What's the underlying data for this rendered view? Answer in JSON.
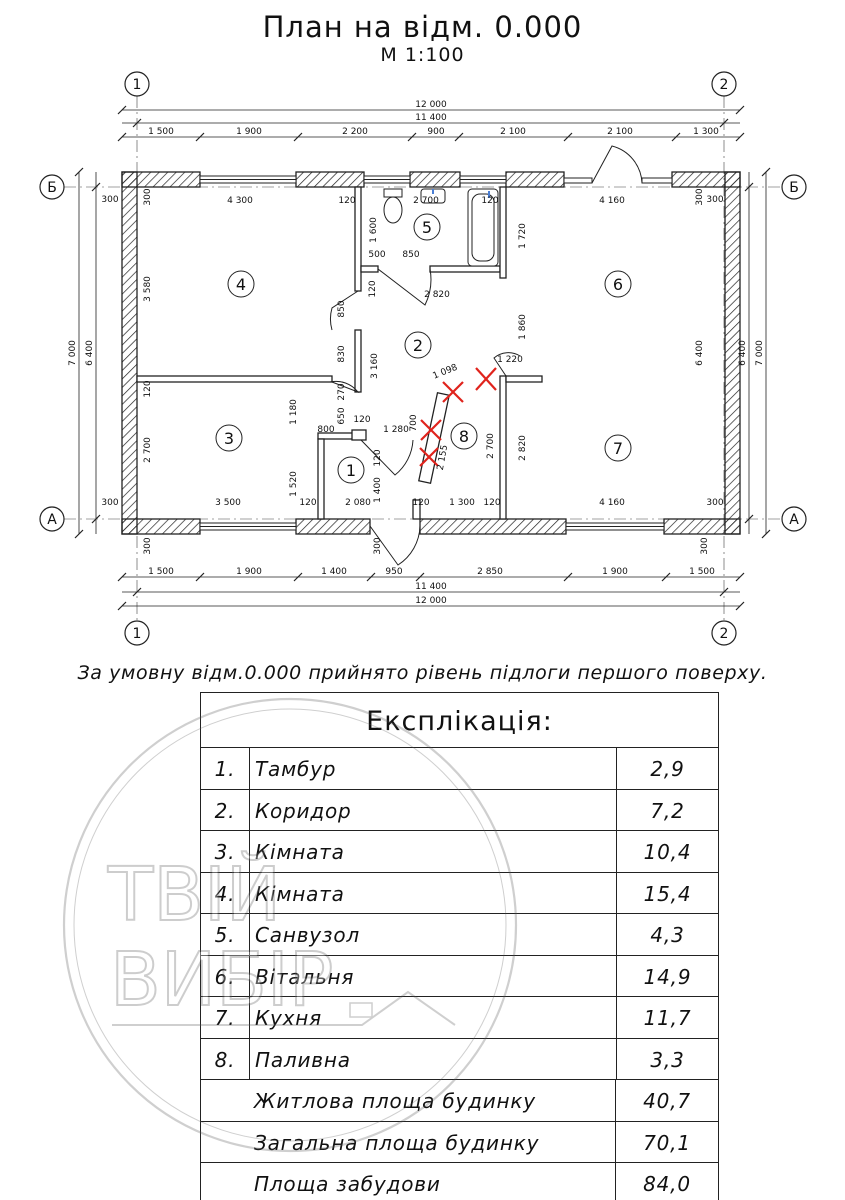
{
  "header": {
    "title": "План на відм. 0.000",
    "scale": "М 1:100"
  },
  "axes": {
    "left": "1",
    "right": "2",
    "top": "Б",
    "bottom": "А"
  },
  "rooms": [
    "1",
    "2",
    "3",
    "4",
    "5",
    "6",
    "7",
    "8"
  ],
  "dimensions": {
    "top_overall": "12 000",
    "top_inner": "11 400",
    "top_chain": [
      "1 500",
      "1 900",
      "2 200",
      "900",
      "2 100",
      "2 100",
      "1 300"
    ],
    "bottom_chain": [
      "1 500",
      "1 900",
      "1 400",
      "950",
      "2 850",
      "1 900",
      "1 500"
    ],
    "bottom_inner": "11 400",
    "bottom_overall": "12 000",
    "left_overall": "7 000",
    "left_inner": "6 400",
    "right_overall": "7 000",
    "right_inner": "6 400",
    "interior": {
      "d300": "300",
      "d4300": "4 300",
      "d120": "120",
      "d2700": "2 700",
      "d4160": "4 160",
      "d3580": "3 580",
      "d2700v": "2 700",
      "d3500": "3 500",
      "d2080": "2 080",
      "d1300": "1 300",
      "d1600": "1 600",
      "d1720": "1 720",
      "d500": "500",
      "d850": "850",
      "d2820": "2 820",
      "d1860": "1 860",
      "d3160": "3 160",
      "d6400": "6 400",
      "d1220": "1 220",
      "d1098": "1 098",
      "d830": "830",
      "d270": "270",
      "d1180": "1 180",
      "d1520": "1 520",
      "d800": "800",
      "d1280": "1 280",
      "d700": "700",
      "d1400": "1 400",
      "d2155": "2 155",
      "d850v": "850",
      "d2820v": "2 820",
      "d650": "650"
    }
  },
  "note": "За умовну відм.0.000 прийнято рівень підлоги першого поверху.",
  "explication": {
    "title": "Експлікація:",
    "rows": [
      {
        "num": "1.",
        "name": "Тамбур",
        "area": "2,9"
      },
      {
        "num": "2.",
        "name": "Коридор",
        "area": "7,2"
      },
      {
        "num": "3.",
        "name": "Кімната",
        "area": "10,4"
      },
      {
        "num": "4.",
        "name": "Кімната",
        "area": "15,4"
      },
      {
        "num": "5.",
        "name": "Санвузол",
        "area": "4,3"
      },
      {
        "num": "6.",
        "name": "Вітальня",
        "area": "14,9"
      },
      {
        "num": "7.",
        "name": "Кухня",
        "area": "11,7"
      },
      {
        "num": "8.",
        "name": "Паливна",
        "area": "3,3"
      }
    ],
    "totals": [
      {
        "name": "Житлова площа будинку",
        "area": "40,7"
      },
      {
        "name": "Загальна площа будинку",
        "area": "70,1"
      },
      {
        "name": "Площа забудови",
        "area": "84,0"
      }
    ]
  },
  "watermark": {
    "line1": "ТВІЙ",
    "line2": "ВИБІР"
  }
}
